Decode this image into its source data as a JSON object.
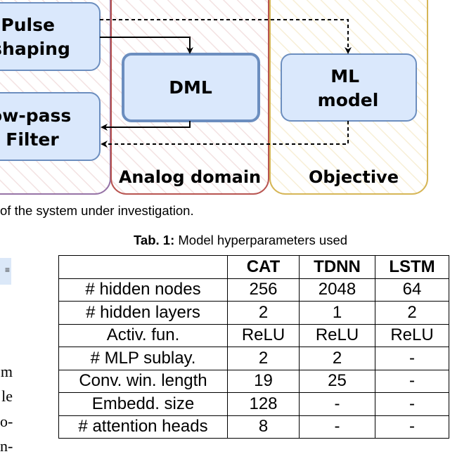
{
  "diagram": {
    "nodes": {
      "pulse_shaping": [
        "Pulse",
        "shaping"
      ],
      "low_pass_filter": [
        "ow-pass",
        "Filter"
      ],
      "dml": "DML",
      "ml_model": [
        "ML",
        "model"
      ]
    },
    "domains": {
      "analog": "Analog domain",
      "objective": "Objective"
    },
    "colors": {
      "node_fill": "#dae8fc",
      "node_stroke": "#6c8ebf",
      "analog_border": "#b85450",
      "objective_border": "#d6b656",
      "left_border": "#9673a6"
    }
  },
  "figure_caption": "of the system under investigation.",
  "table_caption": {
    "label": "Tab. 1:",
    "text": " Model hyperparameters used"
  },
  "left_box_char": "≡",
  "left_fragments": [
    "m",
    "le",
    "o-",
    "n-"
  ],
  "table": {
    "headers": [
      "",
      "CAT",
      "TDNN",
      "LSTM"
    ],
    "rows": [
      [
        "# hidden nodes",
        "256",
        "2048",
        "64"
      ],
      [
        "# hidden layers",
        "2",
        "1",
        "2"
      ],
      [
        "Activ. fun.",
        "ReLU",
        "ReLU",
        "ReLU"
      ],
      [
        "# MLP sublay.",
        "2",
        "2",
        "-"
      ],
      [
        "Conv. win. length",
        "19",
        "25",
        "-"
      ],
      [
        "Embedd. size",
        "128",
        "-",
        "-"
      ],
      [
        "# attention heads",
        "8",
        "-",
        "-"
      ]
    ]
  }
}
